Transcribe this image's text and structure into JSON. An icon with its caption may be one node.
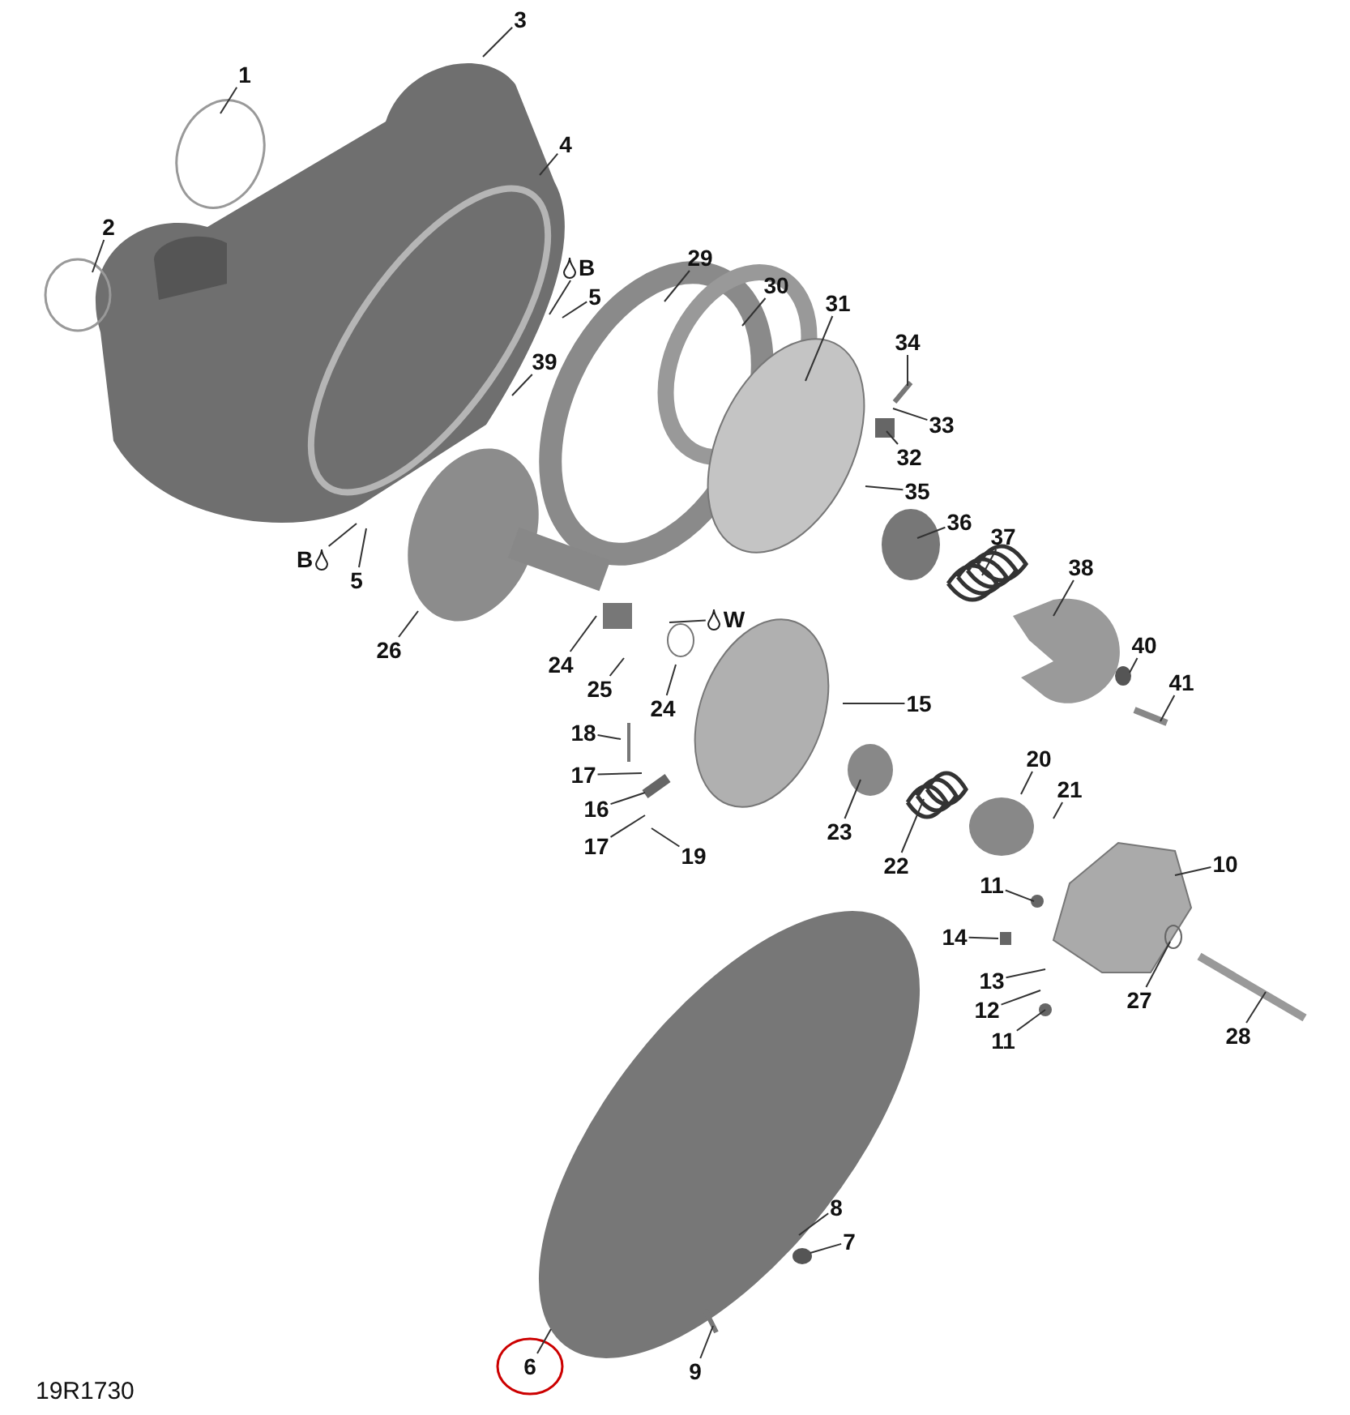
{
  "diagram": {
    "nodes": [
      {
        "text": [
          "3"
        ]
      },
      {
        "text": [
          "1"
        ]
      },
      {
        "text": [
          "4"
        ]
      },
      {
        "text": [
          "2"
        ]
      },
      {
        "text": [
          "29"
        ]
      },
      {
        "text": [
          "B"
        ]
      },
      {
        "text": [
          "30"
        ]
      },
      {
        "text": [
          "5"
        ]
      },
      {
        "text": [
          "31"
        ]
      },
      {
        "text": [
          "34"
        ]
      },
      {
        "text": [
          "39"
        ]
      },
      {
        "text": [
          "33"
        ]
      },
      {
        "text": [
          "32"
        ]
      },
      {
        "text": [
          "35"
        ]
      },
      {
        "text": [
          "36"
        ]
      },
      {
        "text": [
          "37"
        ]
      },
      {
        "text": [
          "B"
        ]
      },
      {
        "text": [
          "38"
        ]
      },
      {
        "text": [
          "5"
        ]
      },
      {
        "text": [
          "W"
        ]
      },
      {
        "text": [
          "26"
        ]
      },
      {
        "text": [
          "40"
        ]
      },
      {
        "text": [
          "24"
        ]
      },
      {
        "text": [
          "25"
        ]
      },
      {
        "text": [
          "41"
        ]
      },
      {
        "text": [
          "24"
        ]
      },
      {
        "text": [
          "15"
        ]
      },
      {
        "text": [
          "18"
        ]
      },
      {
        "text": [
          "20"
        ]
      },
      {
        "text": [
          "17"
        ]
      },
      {
        "text": [
          "21"
        ]
      },
      {
        "text": [
          "16"
        ]
      },
      {
        "text": [
          "23"
        ]
      },
      {
        "text": [
          "17"
        ]
      },
      {
        "text": [
          "19"
        ]
      },
      {
        "text": [
          "22"
        ]
      },
      {
        "text": [
          "10"
        ]
      },
      {
        "text": [
          "11"
        ]
      },
      {
        "text": [
          "14"
        ]
      },
      {
        "text": [
          "13"
        ]
      },
      {
        "text": [
          "27"
        ]
      },
      {
        "text": [
          "12"
        ]
      },
      {
        "text": [
          "11"
        ]
      },
      {
        "text": [
          "28"
        ]
      },
      {
        "text": [
          "8"
        ]
      },
      {
        "text": [
          "7"
        ]
      },
      {
        "text": [
          "6"
        ]
      },
      {
        "text": [
          "9"
        ]
      }
    ],
    "edges": [
      {
        "from": 0,
        "to": null,
        "arrow": "none"
      },
      {
        "from": 1,
        "to": null,
        "arrow": "none"
      },
      {
        "from": 2,
        "to": null,
        "arrow": "none"
      },
      {
        "from": 3,
        "to": null,
        "arrow": "none"
      },
      {
        "from": 4,
        "to": null,
        "arrow": "none"
      },
      {
        "from": 5,
        "to": null,
        "arrow": "none"
      },
      {
        "from": 6,
        "to": null,
        "arrow": "none"
      },
      {
        "from": 7,
        "to": null,
        "arrow": "none"
      },
      {
        "from": 8,
        "to": null,
        "arrow": "none"
      },
      {
        "from": 9,
        "to": null,
        "arrow": "none"
      },
      {
        "from": 10,
        "to": null,
        "arrow": "none"
      },
      {
        "from": 11,
        "to": null,
        "arrow": "none"
      },
      {
        "from": 12,
        "to": null,
        "arrow": "none"
      },
      {
        "from": 13,
        "to": null,
        "arrow": "none"
      },
      {
        "from": 14,
        "to": null,
        "arrow": "none"
      },
      {
        "from": 15,
        "to": null,
        "arrow": "none"
      },
      {
        "from": 16,
        "to": null,
        "arrow": "none"
      },
      {
        "from": 17,
        "to": null,
        "arrow": "none"
      },
      {
        "from": 18,
        "to": null,
        "arrow": "none"
      },
      {
        "from": 19,
        "to": null,
        "arrow": "none"
      },
      {
        "from": 20,
        "to": null,
        "arrow": "none"
      },
      {
        "from": 21,
        "to": null,
        "arrow": "none"
      },
      {
        "from": 22,
        "to": null,
        "arrow": "none"
      },
      {
        "from": 23,
        "to": null,
        "arrow": "none"
      },
      {
        "from": 24,
        "to": null,
        "arrow": "none"
      },
      {
        "from": 25,
        "to": null,
        "arrow": "none"
      },
      {
        "from": 26,
        "to": null,
        "arrow": "none"
      },
      {
        "from": 27,
        "to": null,
        "arrow": "none"
      },
      {
        "from": 28,
        "to": null,
        "arrow": "none"
      },
      {
        "from": 29,
        "to": null,
        "arrow": "none"
      },
      {
        "from": 30,
        "to": null,
        "arrow": "none"
      },
      {
        "from": 31,
        "to": null,
        "arrow": "none"
      },
      {
        "from": 32,
        "to": null,
        "arrow": "none"
      },
      {
        "from": 33,
        "to": null,
        "arrow": "none"
      },
      {
        "from": 34,
        "to": null,
        "arrow": "none"
      },
      {
        "from": 35,
        "to": null,
        "arrow": "none"
      },
      {
        "from": 36,
        "to": null,
        "arrow": "none"
      },
      {
        "from": 37,
        "to": null,
        "arrow": "none"
      },
      {
        "from": 38,
        "to": null,
        "arrow": "none"
      },
      {
        "from": 39,
        "to": null,
        "arrow": "none"
      },
      {
        "from": 40,
        "to": null,
        "arrow": "none"
      },
      {
        "from": 41,
        "to": null,
        "arrow": "none"
      },
      {
        "from": 42,
        "to": null,
        "arrow": "none"
      },
      {
        "from": 43,
        "to": null,
        "arrow": "none"
      },
      {
        "from": 44,
        "to": null,
        "arrow": "none"
      },
      {
        "from": 45,
        "to": null,
        "arrow": "none"
      },
      {
        "from": 46,
        "to": null,
        "arrow": "none"
      },
      {
        "from": 47,
        "to": null,
        "arrow": "none"
      }
    ],
    "labels": [
      "19R1730"
    ]
  }
}
